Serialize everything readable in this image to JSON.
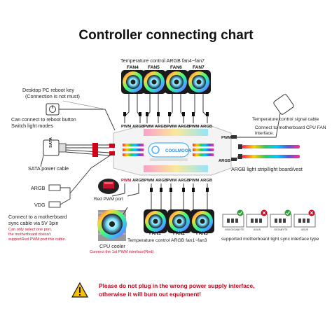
{
  "title": "Controller connecting chart",
  "top_fans": {
    "caption": "Temperature control ARGB fan4~fan7",
    "labels": [
      "FAN4",
      "FAN5",
      "FAN6",
      "FAN7"
    ]
  },
  "bottom_fans": {
    "caption": "Temperature control ARGB fan1~fan3",
    "labels": [
      "FAN1",
      "FAN2",
      "FAN3"
    ]
  },
  "ports": {
    "pwm": "PWM",
    "argb": "ARGB"
  },
  "controller": {
    "brand": "COOLMOON"
  },
  "left": {
    "reboot_key": "Desktop PC reboot key",
    "reboot_key_note": "(Connection is not must)",
    "reboot_button": "Can connect to reboot button",
    "switch_modes": "Switch light modes",
    "sata_label": "SATA power cable",
    "sata_text": "SATA",
    "argb": "ARGB",
    "vdg": "VDG",
    "mb_sync_1": "Connect to a motherboard",
    "mb_sync_2": "sync cable via 5V 3pin",
    "mb_note_1": "Can only select one port,",
    "mb_note_2": "the motherboard doesn't",
    "mb_note_3": "supportRed PWM port this cable."
  },
  "red_pwm": "Red PWM port",
  "cpu": {
    "label": "CPU cooler",
    "note": "Connect the 1st PWM interface(Red)"
  },
  "right": {
    "signal_1": "Temperature control signal cable",
    "signal_2": "Connect to motherboard CPU FAN",
    "signal_3": "interface.",
    "strip": "ARGB light strip/light board/vest",
    "mb_brands": [
      "MSI/GIGABYTE",
      "ASUS",
      "GIGABYTE",
      "ASUS"
    ],
    "mb_caption": "supported motherboard light sync interface type"
  },
  "warning": {
    "line1": "Please do not plug in the wrong power supply interface,",
    "line2": "otherwise it will burn out equipment!"
  },
  "colors": {
    "warning_red": "#d0021b",
    "port_red": "#c8102e",
    "ok_green": "#2e9e3a",
    "bad_red": "#d0021b"
  }
}
